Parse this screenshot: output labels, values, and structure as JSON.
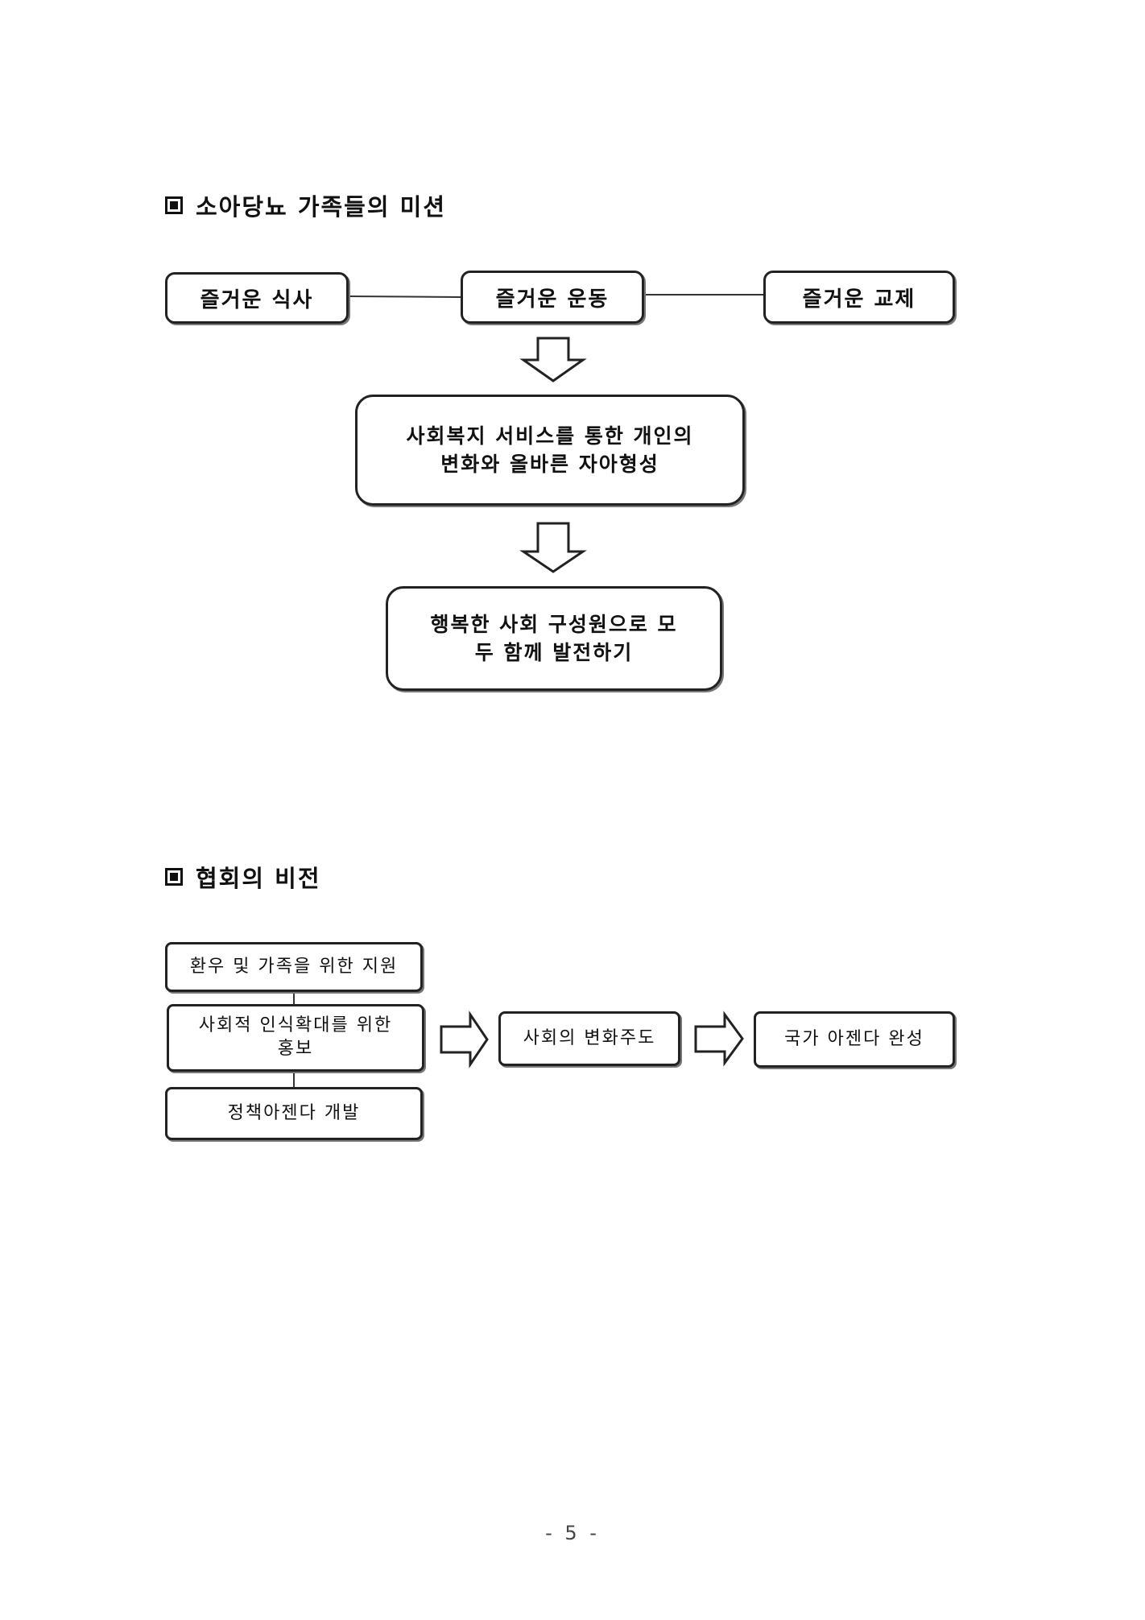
{
  "mission": {
    "title": "소아당뇨 가족들의 미션",
    "top": [
      "즐거운 식사",
      "즐거운 운동",
      "즐거운 교제"
    ],
    "middle": "사회복지 서비스를 통한 개인의\n변화와 올바른 자아형성",
    "bottom": "행복한 사회 구성원으로 모\n두 함께 발전하기"
  },
  "vision": {
    "title": "협회의 비전",
    "left": [
      "환우 및 가족을 위한 지원",
      "사회적 인식확대를 위한\n홍보",
      "정책아젠다 개발"
    ],
    "middle": "사회의 변화주도",
    "right": "국가 아젠다 완성"
  },
  "page_number": "- 5 -"
}
